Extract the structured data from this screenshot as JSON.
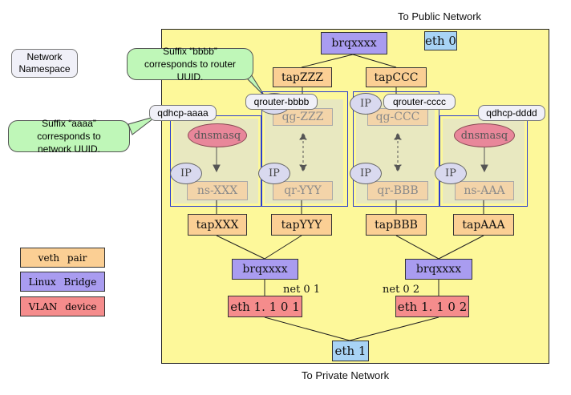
{
  "title_top": "To Public Network",
  "title_bottom": "To Private Network",
  "legend_namespace": "Network Namespace",
  "callouts": {
    "router": "Suffix “bbbb” corresponds to router UUID.",
    "network": "Suffix “aaaa” corresponds to network UUID."
  },
  "namespaces": {
    "qdhcp_a": "qdhcp-aaaa",
    "qrouter_b": "qrouter-bbbb",
    "qrouter_c": "qrouter-cccc",
    "qdhcp_d": "qdhcp-dddd"
  },
  "top": {
    "brq": "brqxxxx",
    "eth0": "eth 0",
    "tapZZZ": "tapZZZ",
    "tapCCC": "tapCCC"
  },
  "inner": {
    "qgZZZ": "qg-ZZZ",
    "qgCCC": "qg-CCC",
    "nsXXX": "ns-XXX",
    "qrYYY": "qr-YYY",
    "qrBBB": "qr-BBB",
    "nsAAA": "ns-AAA",
    "dnsmasq": "dnsmasq",
    "ip": "IP"
  },
  "taps": {
    "tapXXX": "tapXXX",
    "tapYYY": "tapYYY",
    "tapBBB": "tapBBB",
    "tapAAA": "tapAAA"
  },
  "bridges": {
    "left": "brqxxxx",
    "right": "brqxxxx"
  },
  "nets": {
    "net01": "net 0 1",
    "net02": "net 0 2"
  },
  "vlans": {
    "eth1101": "eth 1. 1 0 1",
    "eth1102": "eth 1. 1 0 2",
    "eth1": "eth 1"
  },
  "legend": {
    "veth": "veth pair",
    "bridge": "Linux Bridge",
    "vlan": "VLAN device"
  },
  "colors": {
    "host": "#fdf89a",
    "veth": "#fbcf94",
    "bridge": "#a99cf0",
    "vlan": "#f58c8c",
    "eth": "#a8d3f5",
    "callout": "#bff7b8",
    "namespace_border": "#2a3ccf"
  }
}
